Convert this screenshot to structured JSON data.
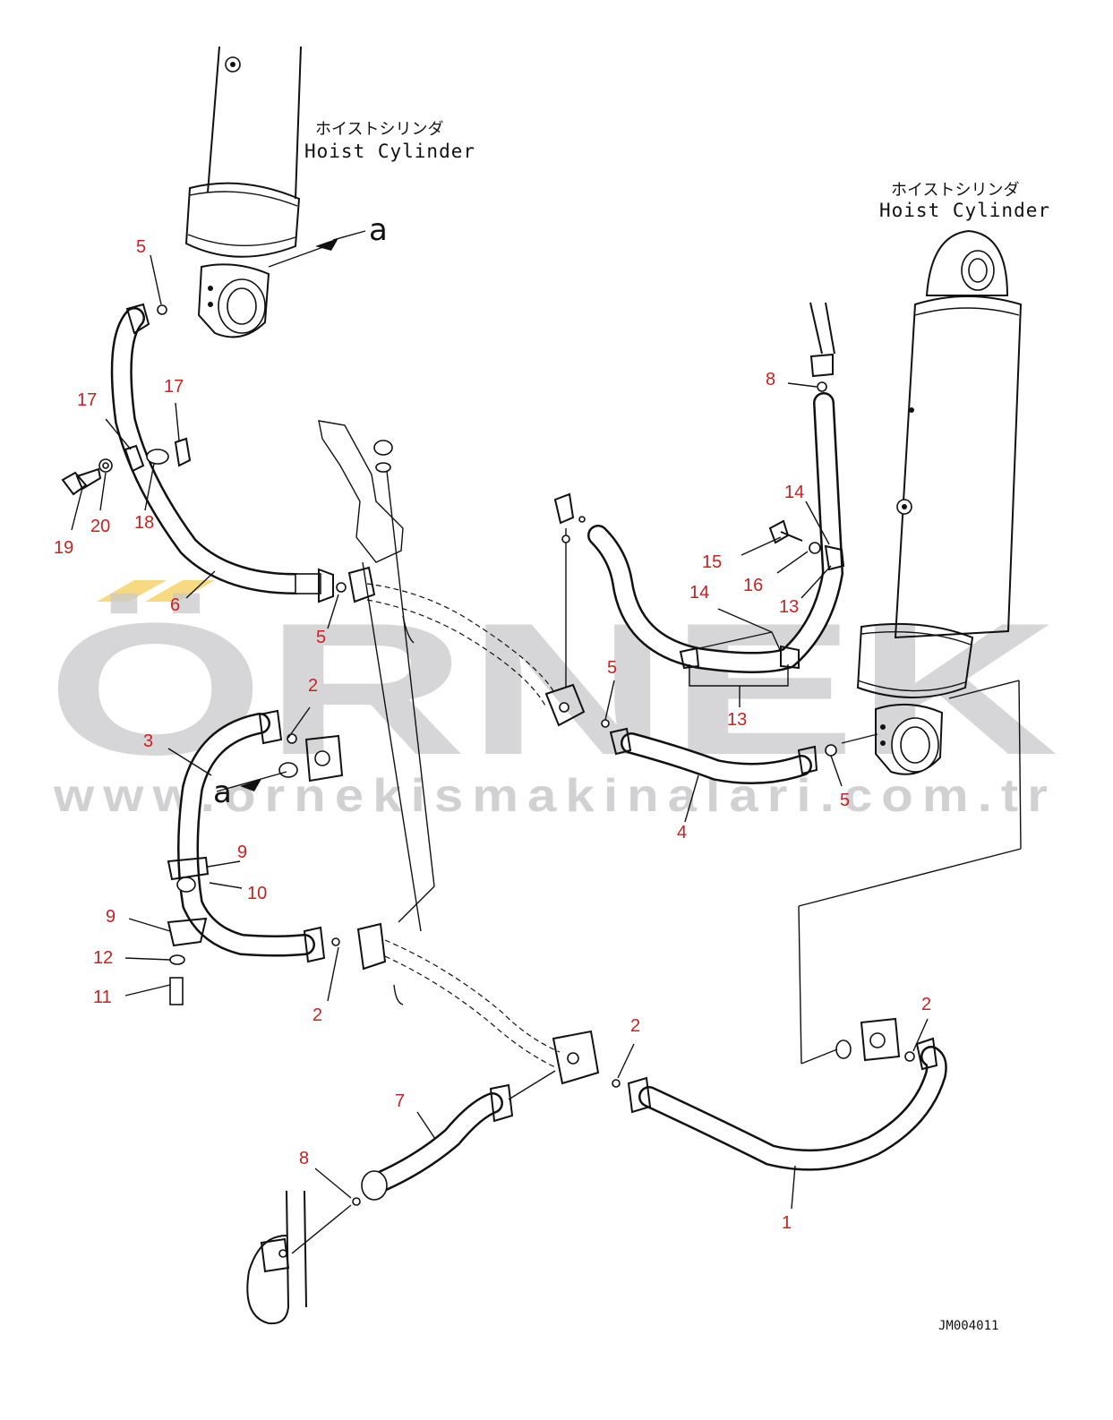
{
  "labels": {
    "hoist_cylinder_left_jp": "ホイストシリンダ",
    "hoist_cylinder_left_en": "Hoist Cylinder",
    "hoist_cylinder_right_jp": "ホイストシリンダ",
    "hoist_cylinder_right_en": "Hoist Cylinder",
    "view_a_top": "a",
    "view_a_mid": "a",
    "drawing_code": "JM004011"
  },
  "watermark": {
    "brand": "ÖRNEK",
    "url": "www.ornekismakinalari.com.tr",
    "color": "#c9c9cc",
    "accent": "#f2c94c"
  },
  "callouts": [
    {
      "id": "c5a",
      "text": "5"
    },
    {
      "id": "c17a",
      "text": "17"
    },
    {
      "id": "c17b",
      "text": "17"
    },
    {
      "id": "c19",
      "text": "19"
    },
    {
      "id": "c20",
      "text": "20"
    },
    {
      "id": "c18",
      "text": "18"
    },
    {
      "id": "c6",
      "text": "6"
    },
    {
      "id": "c5b",
      "text": "5"
    },
    {
      "id": "c8a",
      "text": "8"
    },
    {
      "id": "c14a",
      "text": "14"
    },
    {
      "id": "c15",
      "text": "15"
    },
    {
      "id": "c16",
      "text": "16"
    },
    {
      "id": "c13a",
      "text": "13"
    },
    {
      "id": "c14b",
      "text": "14"
    },
    {
      "id": "c13b",
      "text": "13"
    },
    {
      "id": "c5c",
      "text": "5"
    },
    {
      "id": "c2a",
      "text": "2"
    },
    {
      "id": "c3",
      "text": "3"
    },
    {
      "id": "c4",
      "text": "4"
    },
    {
      "id": "c5d",
      "text": "5"
    },
    {
      "id": "c9a",
      "text": "9"
    },
    {
      "id": "c10",
      "text": "10"
    },
    {
      "id": "c9b",
      "text": "9"
    },
    {
      "id": "c12",
      "text": "12"
    },
    {
      "id": "c11",
      "text": "11"
    },
    {
      "id": "c2b",
      "text": "2"
    },
    {
      "id": "c2c",
      "text": "2"
    },
    {
      "id": "c2d",
      "text": "2"
    },
    {
      "id": "c7",
      "text": "7"
    },
    {
      "id": "c8b",
      "text": "8"
    },
    {
      "id": "c1",
      "text": "1"
    }
  ],
  "colors": {
    "callout": "#cc1f1f",
    "line": "#111111"
  }
}
